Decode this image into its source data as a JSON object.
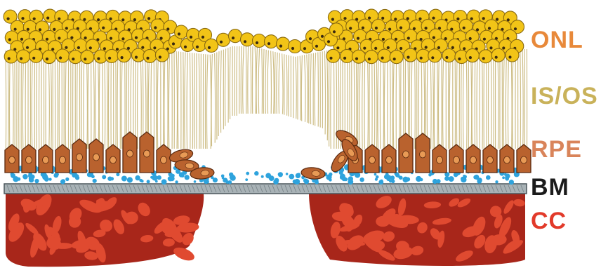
{
  "figure": {
    "labels": [
      {
        "key": "onl",
        "text": "ONL",
        "color": "#E8893A"
      },
      {
        "key": "isos",
        "text": "IS/OS",
        "color": "#C9B25A"
      },
      {
        "key": "rpe",
        "text": "RPE",
        "color": "#D9845A"
      },
      {
        "key": "bm",
        "text": "BM",
        "color": "#1A1A1A"
      },
      {
        "key": "cc",
        "text": "CC",
        "color": "#E23A2A"
      }
    ],
    "colors": {
      "nucleus_fill": "#F2C417",
      "nucleus_outline": "#8A6A10",
      "nucleus_spot": "#3A2A10",
      "receptor_stroke": "#C9B77A",
      "rpe_fill": "#B9622E",
      "rpe_outline": "#5A2A10",
      "rpe_nucleus": "#E89A55",
      "drusen": "#2EA3DD",
      "bm_fill": "#A8B2B6",
      "bm_edge": "#4A565C",
      "cc_fill": "#A8261A",
      "cc_vessel": "#E04A30"
    }
  }
}
